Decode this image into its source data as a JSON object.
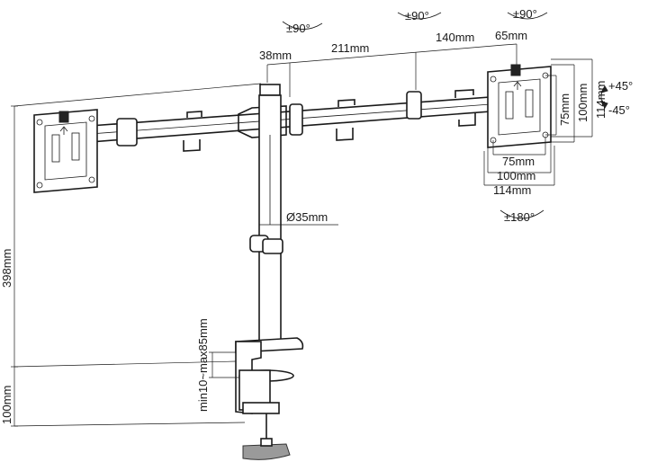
{
  "rotation": {
    "tilt_left": "±90°",
    "tilt_mid": "±90°",
    "tilt_right": "±90°",
    "swivel": "±180°",
    "tilt_up": "+45°",
    "tilt_down": "-45°"
  },
  "dimensions": {
    "pole_offset": "38mm",
    "arm_inner": "211mm",
    "arm_outer": "140mm",
    "arm_end": "65mm",
    "vesa_75_h": "75mm",
    "vesa_100_h": "100mm",
    "vesa_114_h": "114mm",
    "vesa_75_v": "75mm",
    "vesa_100_v": "100mm",
    "vesa_114_v": "114mm",
    "pole_diameter": "Ø35mm",
    "height": "398mm",
    "clamp_range": "min10~max85mm",
    "clamp_depth": "100mm"
  }
}
